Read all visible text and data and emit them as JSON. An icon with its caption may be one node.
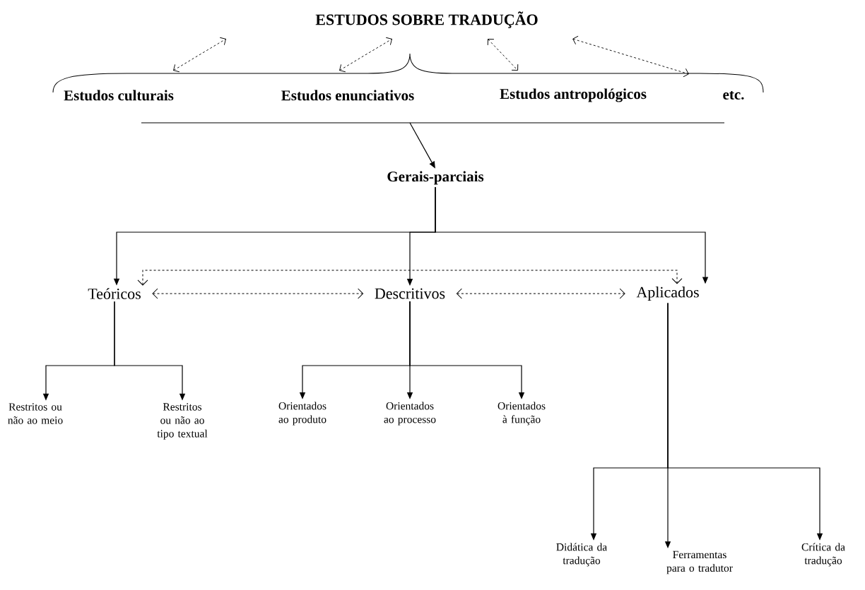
{
  "diagram": {
    "title": "ESTUDOS SOBRE TRADUÇÃO",
    "nodes": [
      {
        "text": [
          "Estudos culturais"
        ]
      },
      {
        "text": [
          "Estudos enunciativos"
        ]
      },
      {
        "text": [
          "Estudos antropológicos"
        ]
      },
      {
        "text": [
          "etc."
        ]
      },
      {
        "text": [
          "Gerais-parciais"
        ]
      },
      {
        "text": [
          "Teóricos"
        ]
      },
      {
        "text": [
          "Descritivos"
        ]
      },
      {
        "text": [
          "Aplicados"
        ]
      },
      {
        "text": [
          "Restritos ou não ao meio"
        ]
      },
      {
        "text": [
          "Restritos ou não ao tipo textual"
        ]
      },
      {
        "text": [
          "Orientados ao produto"
        ]
      },
      {
        "text": [
          "Orientados ao processo"
        ]
      },
      {
        "text": [
          "Orientados à função"
        ]
      },
      {
        "text": [
          "Didática da tradução"
        ]
      },
      {
        "text": [
          "Ferramentas para o tradutor"
        ]
      },
      {
        "text": [
          "Crítica da tradução"
        ]
      }
    ],
    "edges": [
      {
        "from": null,
        "to": 4,
        "arrow": "to"
      },
      {
        "from": 4,
        "to": 5,
        "arrow": "to"
      },
      {
        "from": 4,
        "to": 6,
        "arrow": "to"
      },
      {
        "from": 4,
        "to": 7,
        "arrow": "to"
      },
      {
        "from": 5,
        "to": 7,
        "arrow": "both",
        "style": "dashed"
      },
      {
        "from": 5,
        "to": 6,
        "arrow": "both",
        "style": "dashed"
      },
      {
        "from": 6,
        "to": 7,
        "arrow": "both",
        "style": "dashed"
      },
      {
        "from": 5,
        "to": 8,
        "arrow": "to"
      },
      {
        "from": 5,
        "to": 9,
        "arrow": "to"
      },
      {
        "from": 6,
        "to": 10,
        "arrow": "to"
      },
      {
        "from": 6,
        "to": 11,
        "arrow": "to"
      },
      {
        "from": 6,
        "to": 12,
        "arrow": "to"
      },
      {
        "from": 7,
        "to": 13,
        "arrow": "to"
      },
      {
        "from": 7,
        "to": 14,
        "arrow": "to"
      },
      {
        "from": 7,
        "to": 15,
        "arrow": "to"
      }
    ]
  }
}
